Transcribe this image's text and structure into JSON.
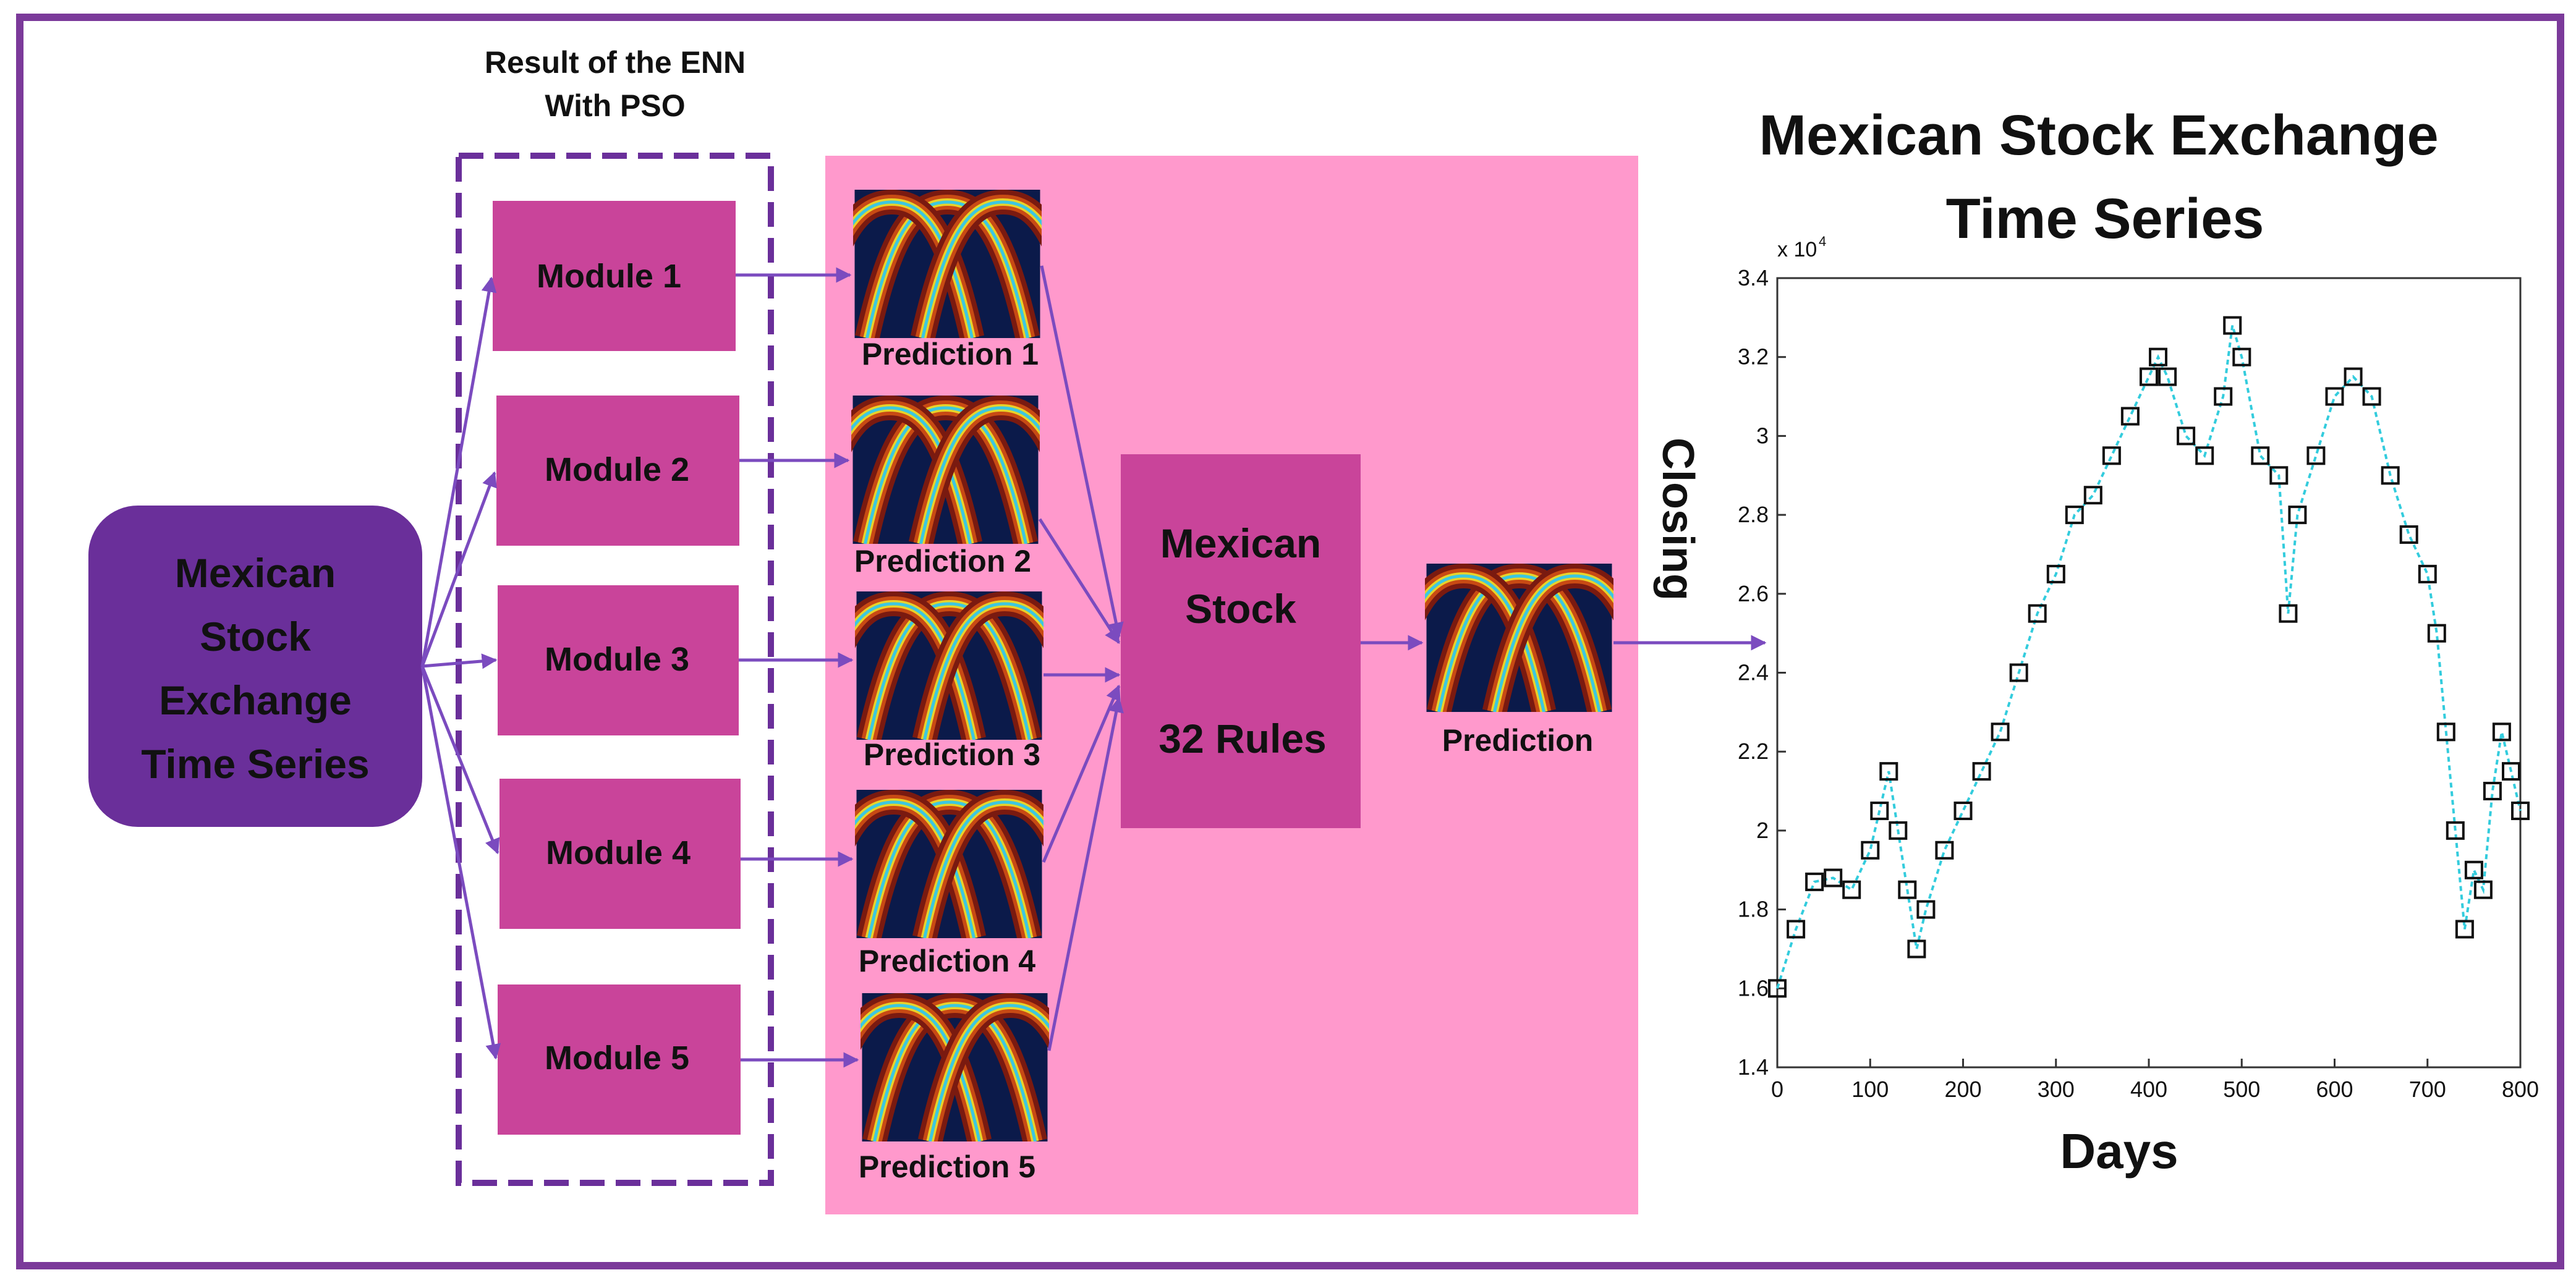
{
  "source": {
    "lines": [
      "Mexican",
      "Stock",
      "Exchange",
      "Time Series"
    ]
  },
  "enn_result": {
    "lines": [
      "Result of the ENN",
      "With PSO"
    ]
  },
  "modules": [
    {
      "label": "Module 1"
    },
    {
      "label": "Module 2"
    },
    {
      "label": "Module 3"
    },
    {
      "label": "Module 4"
    },
    {
      "label": "Module 5"
    }
  ],
  "predictions": [
    {
      "label": "Prediction 1"
    },
    {
      "label": "Prediction 2"
    },
    {
      "label": "Prediction 3"
    },
    {
      "label": "Prediction 4"
    },
    {
      "label": "Prediction 5"
    }
  ],
  "integrator": {
    "lines": [
      "Mexican",
      "Stock",
      "",
      "32 Rules"
    ]
  },
  "final_prediction": {
    "label": "Prediction"
  },
  "colors": {
    "frame": "#7b3a9a",
    "source_fill": "#6a2f9a",
    "module_fill": "#c9449a",
    "pink_panel": "#ff99cc",
    "arrow": "#7b4bbf",
    "dashed": "#6a2f9a"
  },
  "icons": {
    "prediction_thumbnail": "fuzzy-membership-heatmap"
  },
  "chart_data": {
    "type": "scatter",
    "title_lines": [
      "Mexican Stock Exchange",
      "Time Series"
    ],
    "xlabel": "Days",
    "ylabel": "Closing",
    "y_exponent": "x 10",
    "y_exponent_power": "4",
    "xlim": [
      0,
      800
    ],
    "ylim": [
      1.4,
      3.4
    ],
    "xticks": [
      "0",
      "100",
      "200",
      "300",
      "400",
      "500",
      "600",
      "700",
      "800"
    ],
    "yticks": [
      "1.4",
      "1.6",
      "1.8",
      "2",
      "2.2",
      "2.4",
      "2.6",
      "2.8",
      "3",
      "3.2",
      "3.4"
    ],
    "grid": false,
    "marker": "square",
    "series": [
      {
        "x": [
          0,
          20,
          40,
          60,
          80,
          100,
          110,
          120,
          130,
          140,
          150,
          160,
          180,
          200,
          220,
          240,
          260,
          280,
          300,
          320,
          340,
          360,
          380,
          400,
          410,
          420,
          440,
          460,
          480,
          490,
          500,
          520,
          540,
          550,
          560,
          580,
          600,
          620,
          640,
          660,
          680,
          700,
          710,
          720,
          730,
          740,
          750,
          760,
          770,
          780,
          790,
          800
        ],
        "y": [
          1.6,
          1.75,
          1.87,
          1.88,
          1.85,
          1.95,
          2.05,
          2.15,
          2.0,
          1.85,
          1.7,
          1.8,
          1.95,
          2.05,
          2.15,
          2.25,
          2.4,
          2.55,
          2.65,
          2.8,
          2.85,
          2.95,
          3.05,
          3.15,
          3.2,
          3.15,
          3.0,
          2.95,
          3.1,
          3.28,
          3.2,
          2.95,
          2.9,
          2.55,
          2.8,
          2.95,
          3.1,
          3.15,
          3.1,
          2.9,
          2.75,
          2.65,
          2.5,
          2.25,
          2.0,
          1.75,
          1.9,
          1.85,
          2.1,
          2.25,
          2.15,
          2.05
        ]
      }
    ]
  }
}
